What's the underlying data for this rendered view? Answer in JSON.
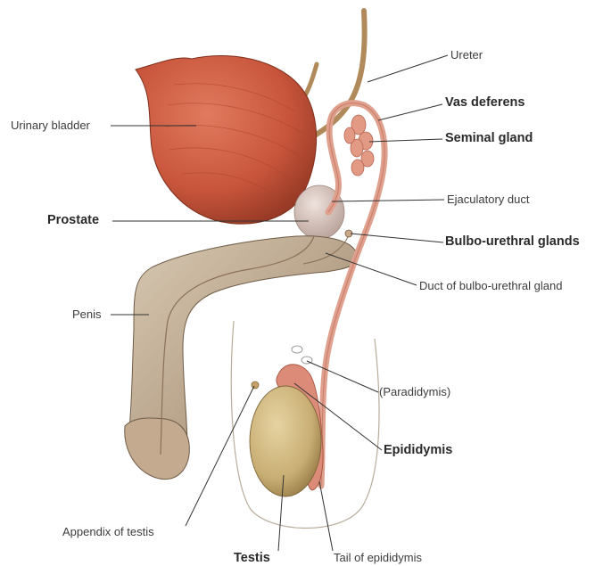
{
  "labels": {
    "ureter": "Ureter",
    "vas_deferens": "Vas deferens",
    "seminal_gland": "Seminal gland",
    "urinary_bladder": "Urinary bladder",
    "ejaculatory_duct": "Ejaculatory duct",
    "prostate": "Prostate",
    "bulbo_urethral_glands": "Bulbo-urethral glands",
    "duct_of_bulbo_urethral_gland": "Duct of bulbo-urethral gland",
    "penis": "Penis",
    "paradidymis": "(Paradidymis)",
    "epididymis": "Epididymis",
    "appendix_of_testis": "Appendix of testis",
    "testis": "Testis",
    "tail_of_epididymis": "Tail of epididymis"
  },
  "colors": {
    "bladder": "#c8553b",
    "bladder_dark": "#9a3a26",
    "penis": "#b9a58c",
    "penis_dark": "#8d7760",
    "testis": "#c9ae74",
    "epididymis": "#dc8b79",
    "duct": "#e0a08e",
    "ureter": "#b08a5a",
    "prostate": "#d7c6c0",
    "leader_line": "#333333"
  }
}
